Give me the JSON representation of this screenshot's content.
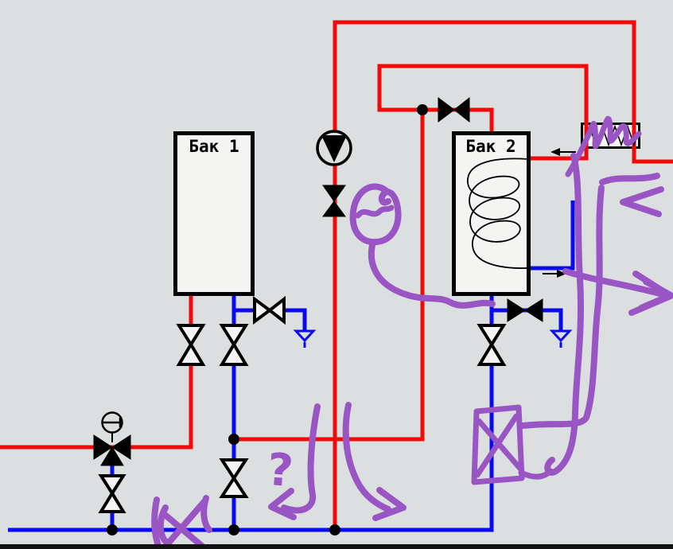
{
  "scene": {
    "description": "Heating/plumbing schematic with two tanks, pump, heat exchanger and purple freehand annotations"
  },
  "colors": {
    "bg": "#dcdfe0",
    "hot": "#f10a0a",
    "cold": "#0a0af1",
    "black": "#000000",
    "annotation": "#9a55c4",
    "tank_fill": "#f4f4f2",
    "bar": "#121212"
  },
  "tank1": {
    "label": "Бак 1"
  },
  "tank2": {
    "label": "Бак 2"
  },
  "annotations": {
    "question_mark": "?"
  }
}
